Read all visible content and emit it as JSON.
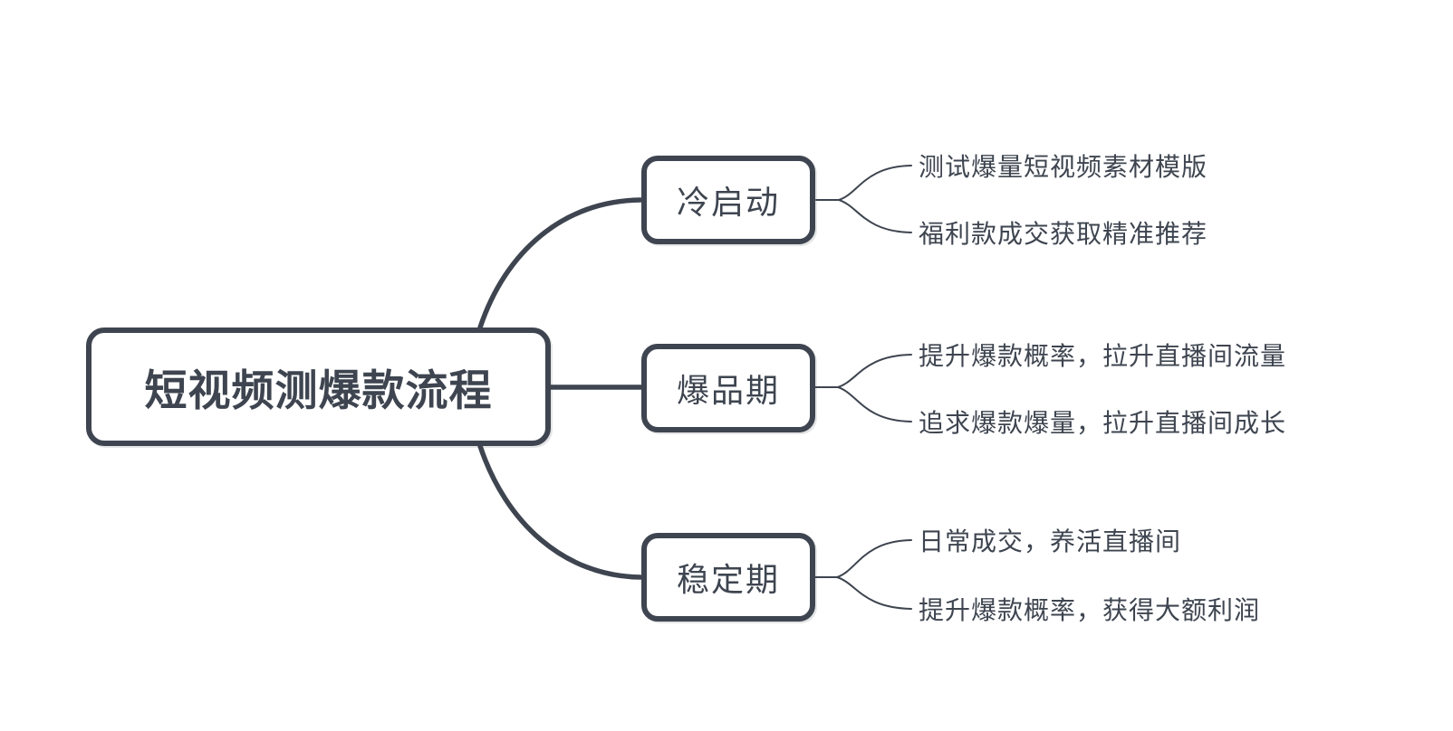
{
  "mindmap": {
    "title": "短视频测爆款流程",
    "colors": {
      "stroke": "#3e4550",
      "node_fill": "#ffffff",
      "background": "#ffffff",
      "text": "#3e4550"
    },
    "root": {
      "label": "短视频测爆款流程"
    },
    "branches": [
      {
        "label": "冷启动",
        "children": [
          "测试爆量短视频素材模版",
          "福利款成交获取精准推荐"
        ]
      },
      {
        "label": "爆品期",
        "children": [
          "提升爆款概率，拉升直播间流量",
          "追求爆款爆量，拉升直播间成长"
        ]
      },
      {
        "label": "稳定期",
        "children": [
          "日常成交，养活直播间",
          "提升爆款概率，获得大额利润"
        ]
      }
    ]
  }
}
